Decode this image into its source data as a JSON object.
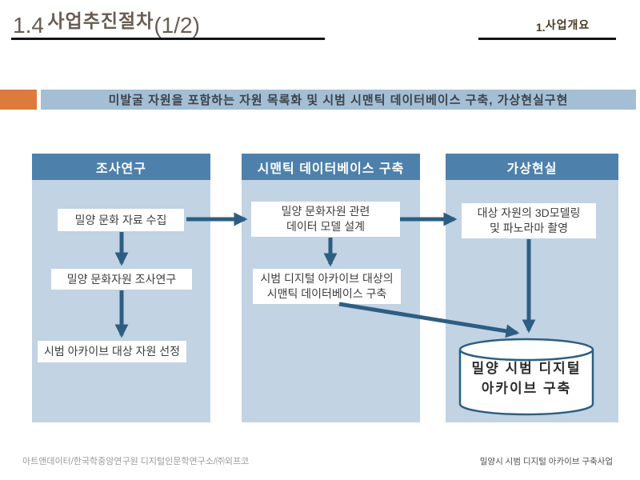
{
  "header": {
    "section_number": "1.4",
    "title": "사업추진절차",
    "page_indicator": "(1/2)",
    "chapter_number": "1.",
    "chapter_title": "사업개요"
  },
  "banner": {
    "text": "미발굴 자원을 포함하는 자원 목록화 및 시범 시맨틱 데이터베이스 구축, 가상현실구현"
  },
  "columns": [
    {
      "header": "조사연구",
      "boxes": [
        [
          "밀양 문화 자료 수집"
        ],
        [
          "밀양 문화자원 조사연구"
        ],
        [
          "시범 아카이브 대상 자원 선정"
        ]
      ]
    },
    {
      "header": "시맨틱 데이터베이스 구축",
      "boxes": [
        [
          "밀양 문화자원 관련",
          "데이터 모델 설계"
        ],
        [
          "시범 디지털 아카이브 대상의",
          "시맨틱 데이터베이스 구축"
        ]
      ]
    },
    {
      "header": "가상현실",
      "boxes": [
        [
          "대상 자원의 3D모델링",
          "및 파노라마 촬영"
        ]
      ]
    }
  ],
  "database": {
    "line1": "밀양 시범 디지털",
    "line2": "아카이브 구축"
  },
  "footer": {
    "left": "아트앤데이터/한국학중앙연구원 디지털인문학연구소/㈜외프코",
    "right": "밀양시 시범 디지털 아카이브 구축사업"
  },
  "colors": {
    "accent_orange": "#dc7b3c",
    "banner_blue": "#a4bed4",
    "panel_blue": "#c2d3e3",
    "column_header_blue": "#4e80ac",
    "arrow_blue": "#2d5e82",
    "title_brown": "#695c52"
  }
}
